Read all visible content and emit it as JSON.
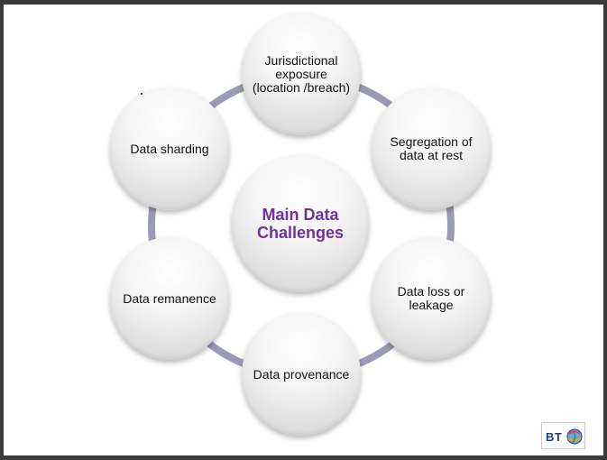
{
  "diagram": {
    "center_label": "Main Data Challenges",
    "nodes": [
      "Jurisdictional exposure (location /breach)",
      "Segregation of data at rest",
      "Data loss or leakage",
      "Data provenance",
      "Data remanence",
      "Data sharding"
    ]
  },
  "logo": {
    "text": "BT"
  },
  "colors": {
    "center_text": "#7030a0",
    "ring": "#9a9ab4",
    "logo_blue": "#1a3d8f"
  }
}
